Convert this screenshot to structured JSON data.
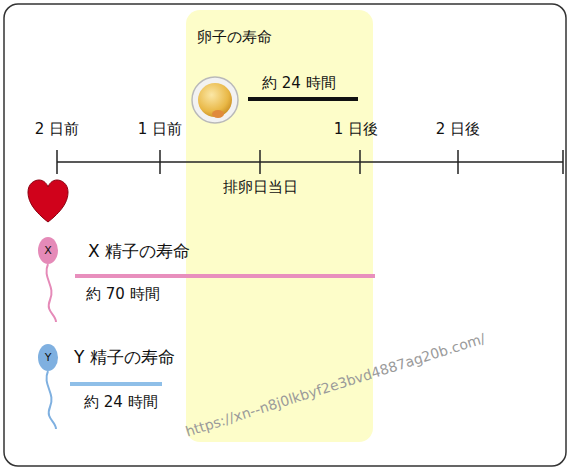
{
  "diagram": {
    "nodes": [
      {
        "text": [
          "卵子の寿命"
        ]
      },
      {
        "text": [
          "X"
        ]
      },
      {
        "text": [
          "Y"
        ]
      }
    ],
    "labels": [
      "約 24 時間",
      "2 日前",
      "1 日前",
      "1 日後",
      "2 日後",
      "排卵日当日",
      "X 精子の寿命",
      "約 70 時間",
      "Y 精子の寿命",
      "約 24 時間",
      "https://xn--n8j0lkbyf2e3bvd4887ag20b.com/"
    ]
  }
}
